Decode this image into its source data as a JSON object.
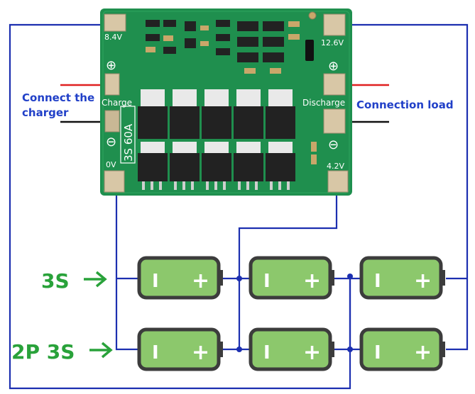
{
  "board": {
    "model_label": "3S 60A",
    "pad_top_left": "8.4V",
    "pad_top_right": "12.6V",
    "pad_charge": "Charge",
    "pad_discharge": "Discharge",
    "pad_bottom_left": "0V",
    "pad_bottom_right": "4.2V",
    "plus_symbol": "⊕",
    "minus_symbol": "⊖"
  },
  "callouts": {
    "charger_line1": "Connect the",
    "charger_line2": "charger",
    "load": "Connection load"
  },
  "configs": {
    "row1": "3S",
    "row2": "2P 3S"
  },
  "battery": {
    "neg_symbol": "I",
    "pos_symbol": "+"
  },
  "colors": {
    "wire": "#1c2fb0",
    "pcb": "#1f8f4e",
    "battery_fill": "#8cc86c",
    "battery_border": "#3c3c3c",
    "config_text": "#29a23a",
    "callout_text": "#2140c8",
    "charger_positive_lead": "#e02020",
    "charger_negative_lead": "#111111"
  }
}
